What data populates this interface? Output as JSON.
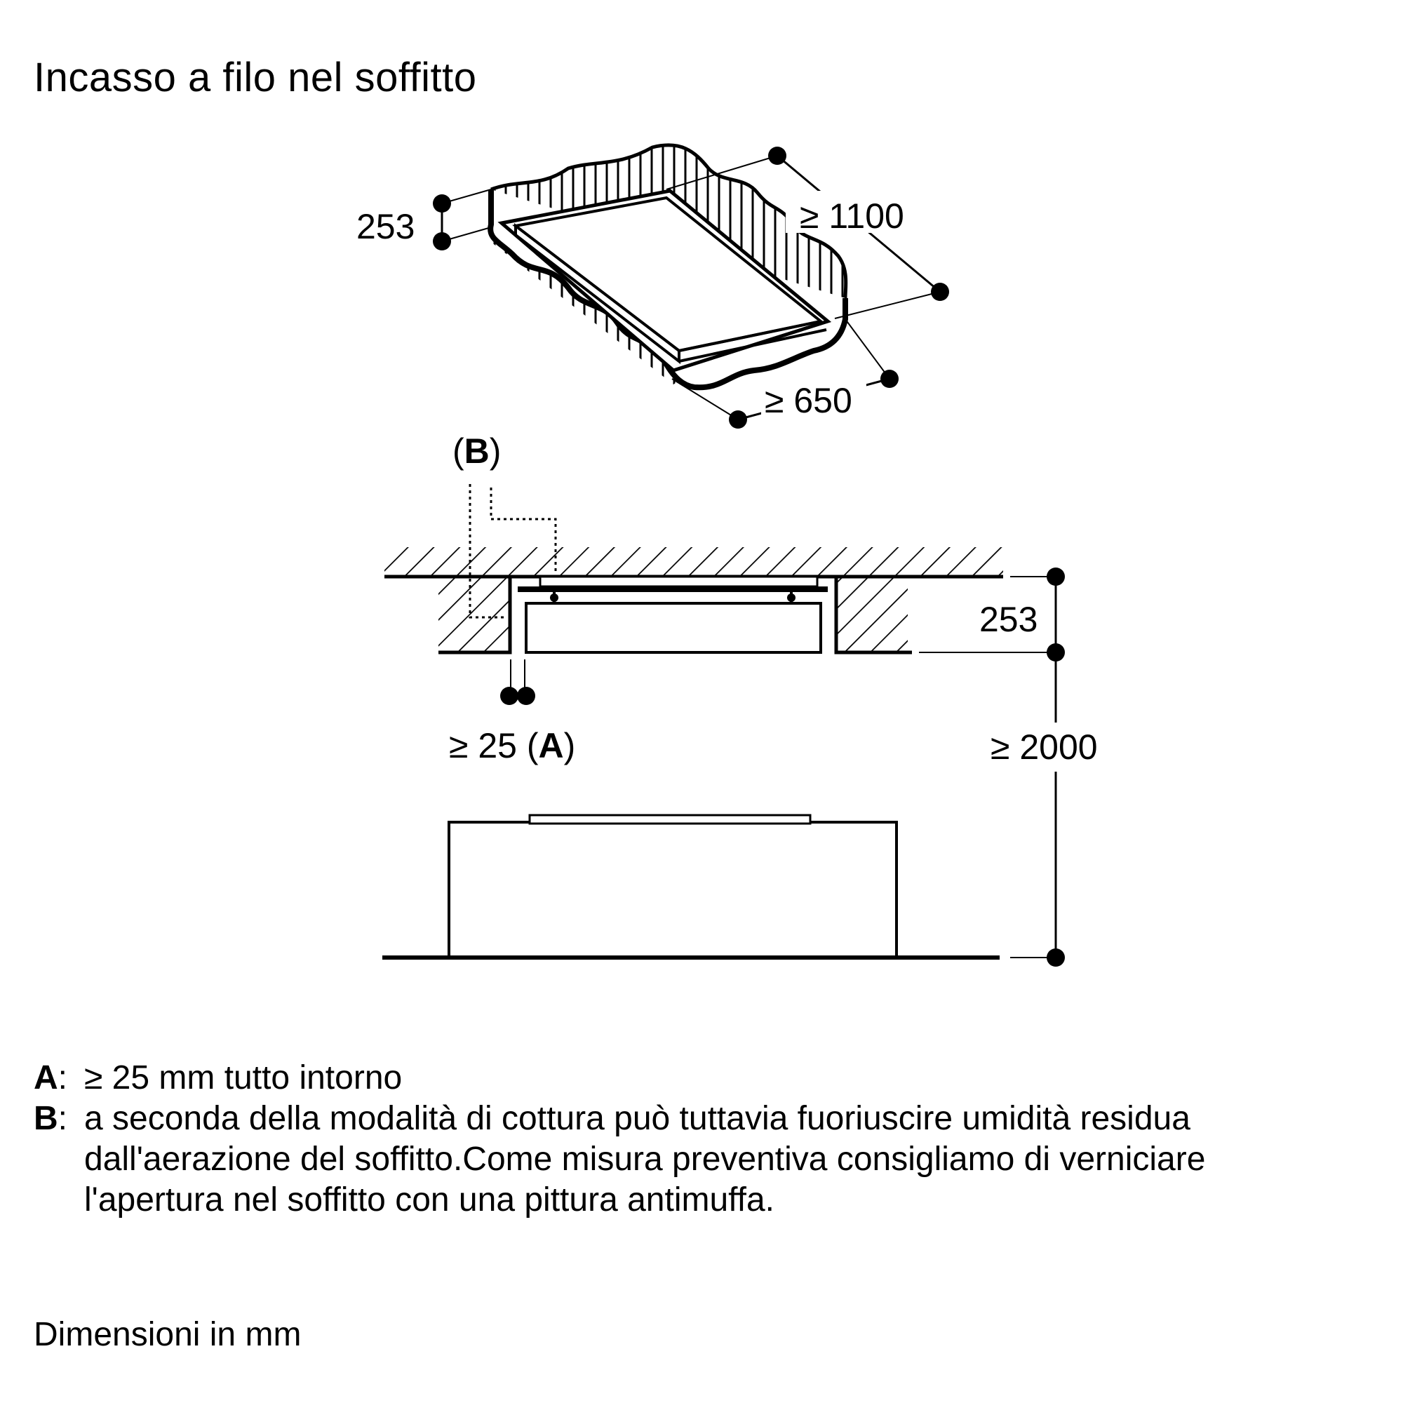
{
  "title": "Incasso a filo nel soffitto",
  "dimensions": {
    "top_height": "253",
    "top_length": "≥ 1100",
    "top_width": "≥ 650",
    "section_height": "253",
    "clearance": "≥ 2000",
    "gap_value": "≥ 25 (",
    "gap_ref": "A",
    "gap_close": ")",
    "vent_open": "(",
    "vent_ref": "B",
    "vent_close": ")"
  },
  "notes": [
    {
      "key": "A",
      "sep": ":",
      "text": "≥ 25 mm tutto intorno"
    },
    {
      "key": "B",
      "sep": ":",
      "text": "a seconda della modalità di cottura può tuttavia fuoriuscire umidità residua\ndall'aerazione del soffitto.Come misura preventiva consigliamo di verniciare\nl'apertura nel soffitto con una pittura antimuffa."
    }
  ],
  "units_note": "Dimensioni in mm"
}
